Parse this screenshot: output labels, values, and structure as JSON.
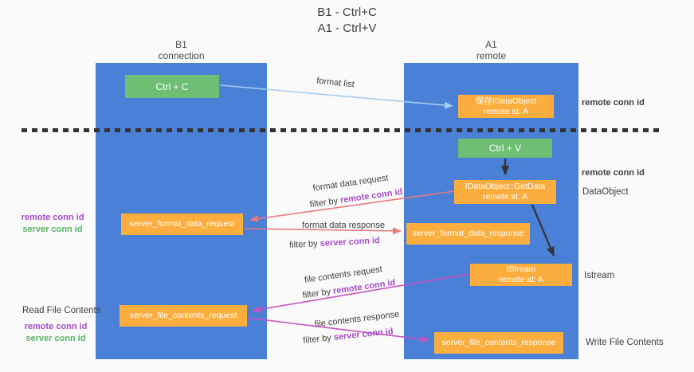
{
  "title": {
    "line1": "B1 - Ctrl+C",
    "line2": "A1 - Ctrl+V"
  },
  "lanes": {
    "left": {
      "name": "B1",
      "role": "connection"
    },
    "right": {
      "name": "A1",
      "role": "remote"
    }
  },
  "nodes": {
    "ctrl_c": {
      "label": "Ctrl + C"
    },
    "ctrl_v": {
      "label": "Ctrl + V"
    },
    "save_idataobject": {
      "line1": "保存IDataObject",
      "line2": "remote id: A"
    },
    "getdata": {
      "line1": "IDataObject::GetData",
      "line2": "remote id: A"
    },
    "istream": {
      "line1": "IStream",
      "line2": "remote id: A"
    },
    "server_format_data_request": {
      "label": "server_format_data_request"
    },
    "server_format_data_response": {
      "label": "server_format_data_response"
    },
    "server_file_contents_request": {
      "label": "server_file_contents_request"
    },
    "server_file_contents_response": {
      "label": "server_file_contents_response"
    }
  },
  "edges": {
    "format_list": {
      "label": "format list"
    },
    "format_data_request": {
      "label": "format data request",
      "filter_prefix": "filter by ",
      "filter_key": "remote conn id"
    },
    "format_data_response": {
      "label": "format data response",
      "filter_prefix": "filter by ",
      "filter_key": "server conn id"
    },
    "file_contents_request": {
      "label": "file contents request",
      "filter_prefix": "filter by ",
      "filter_key": "remote conn id"
    },
    "file_contents_response": {
      "label": "file contents response",
      "filter_prefix": "filter by ",
      "filter_key": "server conn id"
    }
  },
  "annotations": {
    "remote_conn_id_top": "remote conn id",
    "remote_conn_id_mid": "remote conn id",
    "dataobject": "DataObject",
    "istream": "Istream",
    "write_file_contents": "Write File Contents",
    "read_file_contents": "Read File Contents",
    "left_top": {
      "remote": "remote conn id",
      "server": "server conn id"
    },
    "left_bottom": {
      "remote": "remote conn id",
      "server": "server conn id"
    }
  },
  "colors": {
    "bg": "#FAFAFA",
    "lane-blue": "#4A80D6",
    "node-orange": "#FBAE3E",
    "node-green": "#6EBE74",
    "arrow-blue": "#A6CDEF",
    "arrow-salmon": "#E8797D",
    "arrow-magenta": "#C852C0",
    "arrow-black": "#333333",
    "text-dark": "#3F3F3F",
    "text-purple": "#A44BC8",
    "text-green": "#56B465",
    "dash-line": "#333333"
  }
}
